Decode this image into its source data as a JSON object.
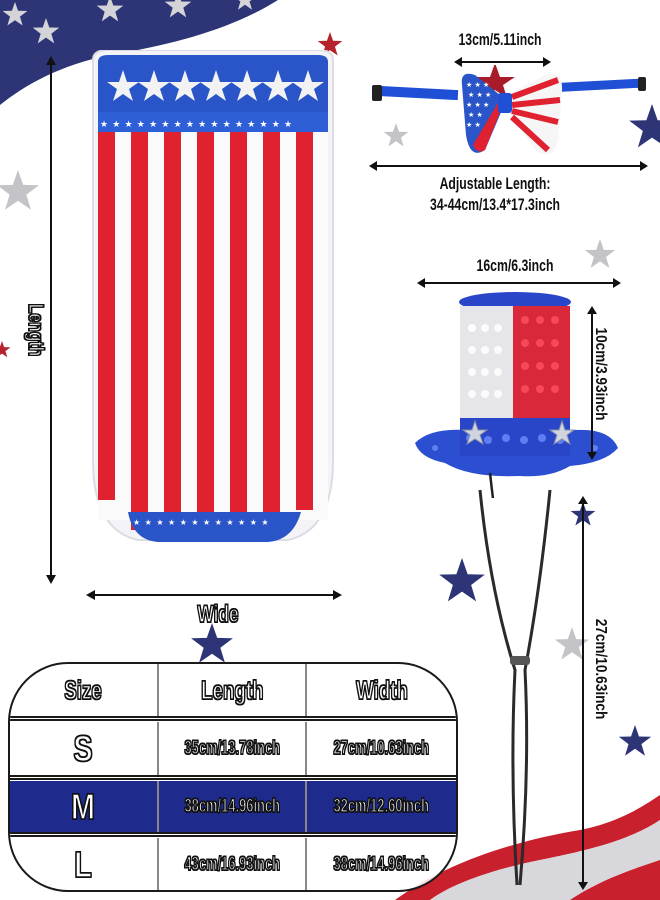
{
  "theme": {
    "flag_red": "#e0212f",
    "flag_blue": "#2a55c8",
    "navy": "#2d3577",
    "chart_highlight": "#1e2a8c",
    "star_gray": "#c4c4c8",
    "star_red": "#b5222c"
  },
  "cape": {
    "length_label": "Length",
    "width_label": "Wide"
  },
  "bow_tie": {
    "width_label": "13cm/5.11inch",
    "adjustable_title": "Adjustable Length:",
    "adjustable_value": "34-44cm/13.4*17.3inch"
  },
  "top_hat": {
    "width_label": "16cm/6.3inch",
    "height_label": "10cm/3.93inch",
    "strap_label": "27cm/10.63inch"
  },
  "size_chart": {
    "headers": [
      "Size",
      "Length",
      "Width"
    ],
    "rows": [
      {
        "size": "S",
        "length": "35cm/13.78inch",
        "width": "27cm/10.63inch",
        "highlighted": false
      },
      {
        "size": "M",
        "length": "38cm/14.96inch",
        "width": "32cm/12.60inch",
        "highlighted": true
      },
      {
        "size": "L",
        "length": "43cm/16.93inch",
        "width": "38cm/14.96inch",
        "highlighted": false
      }
    ]
  }
}
